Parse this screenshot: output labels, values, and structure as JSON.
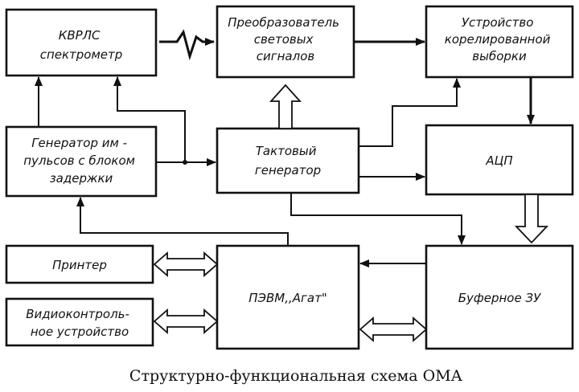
{
  "blocks": {
    "spectrometer": [
      "КВРЛС",
      "спектрометр"
    ],
    "converter": [
      "Преобразователь",
      "световых",
      "сигналов"
    ],
    "correlated_sampler": [
      "Устройство",
      "корелированной",
      "выборки"
    ],
    "pulse_generator": [
      "Генератор им -",
      "пульсов с блоком",
      "задержки"
    ],
    "clock_generator": [
      "Тактовый",
      "генератор"
    ],
    "adc": [
      "АЦП"
    ],
    "printer": [
      "Принтер"
    ],
    "video_monitor": [
      "Видиоконтроль-",
      "ное устройство"
    ],
    "computer": [
      "ПЭВМ,,Агат\""
    ],
    "buffer_memory": [
      "Буферное ЗУ"
    ]
  },
  "caption": "Структурно-функциональная схема ОМА"
}
